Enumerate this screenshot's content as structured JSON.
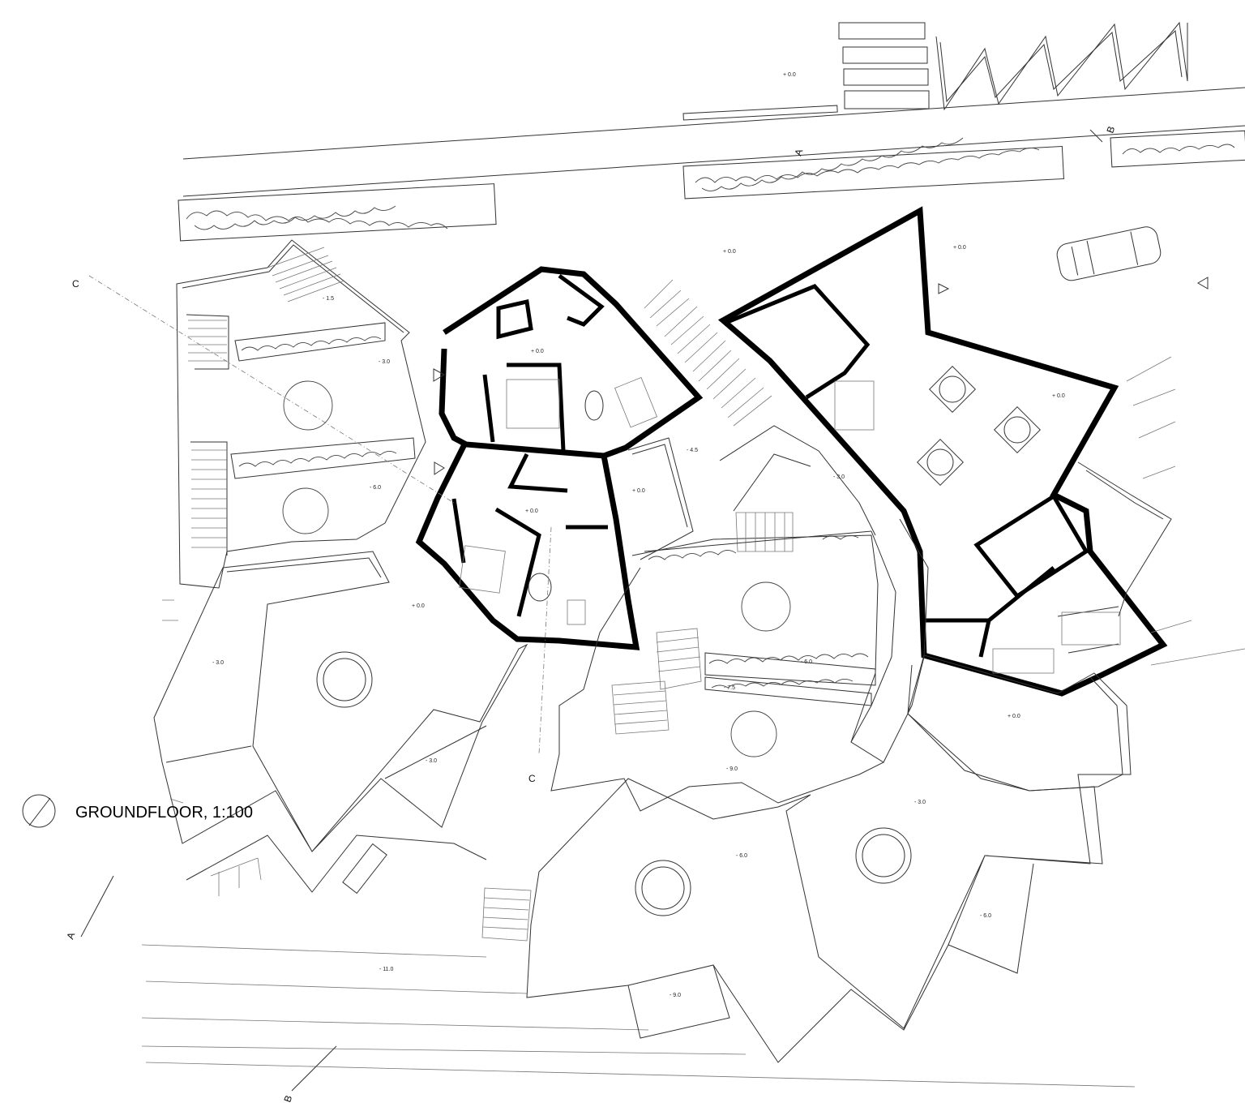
{
  "title": "GROUNDFLOOR, 1:100",
  "sections": {
    "a_top": "A",
    "a_bottom": "A",
    "b_top": "B",
    "b_bottom": "B",
    "c_top": "C",
    "c_bottom": "C"
  },
  "levels": {
    "street": "+ 0.0",
    "north_plaza": "+ 0.0",
    "house_east": "+ 0.0",
    "house_east_living": "+ 0.0",
    "house_mid_upper": "+ 0.0",
    "house_mid_lower": "+ 0.0",
    "court_mid": "+ 0.0",
    "terrace_west": "+ 0.0",
    "terrace_east": "+ 0.0",
    "garden_nw_1": "- 1.5",
    "garden_nw_2": "- 3.0",
    "garden_nw_3": "- 6.0",
    "terrace_w_low": "- 3.0",
    "terrace_sw": "- 3.0",
    "path": "- 3.0",
    "court_low": "- 4.5",
    "garden_c": "- 6.0",
    "garden_c2": "- 7.5",
    "garden_c3": "- 9.0",
    "terrace_c": "- 6.0",
    "terrace_e": "- 3.0",
    "terrace_se": "- 6.0",
    "terrace_s": "- 9.0",
    "play": "- 11.0"
  },
  "colors": {
    "ink": "#000000",
    "line": "#333333",
    "background": "#ffffff"
  }
}
